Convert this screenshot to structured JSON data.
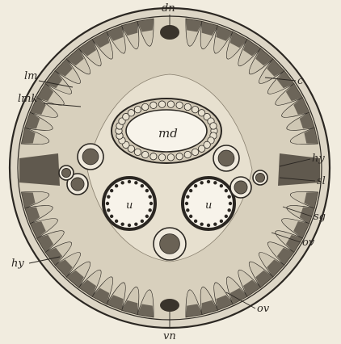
{
  "labels": {
    "dn": "dn",
    "lm": "lm",
    "lmk": "lmk",
    "c": "c",
    "md": "md",
    "hy_right": "hy",
    "sl": "sl",
    "sg": "sg",
    "ov_right": "ov",
    "u_left": "u",
    "u_right": "u",
    "hy_left": "hy",
    "ov_bottom": "ov",
    "vn": "vn"
  },
  "colors": {
    "paper": "#f1ecdf",
    "ink": "#2b2722",
    "cuticle": "#ddd6c6",
    "muscle": "#cfc7b4",
    "muscle_dark": "#4b443b",
    "body_cavity": "#e7e0cf",
    "intestine": "#d2c9b6"
  }
}
